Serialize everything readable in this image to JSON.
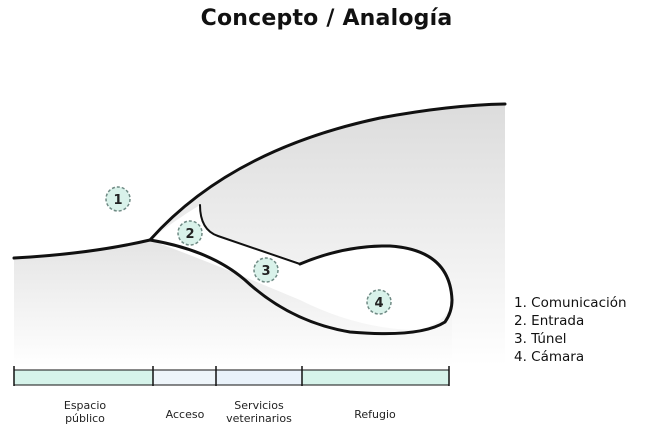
{
  "title": "Concepto / Analogía",
  "legend": [
    "1. Comunicación",
    "2. Entrada",
    "3. Túnel",
    "4. Cámara"
  ],
  "markers": [
    "1",
    "2",
    "3",
    "4"
  ],
  "zones": [
    {
      "label_line1": "Espacio",
      "label_line2": "público",
      "color": "#d6f3ea"
    },
    {
      "label_line1": "Acceso",
      "label_line2": "",
      "color": "#eef5fa"
    },
    {
      "label_line1": "Servicios",
      "label_line2": "veterinarios",
      "color": "#e9f2fa"
    },
    {
      "label_line1": "Refugio",
      "label_line2": "",
      "color": "#d6f3ea"
    }
  ],
  "colors": {
    "marker_fill": "#d9f2ea",
    "marker_stroke": "#6f8a84",
    "line": "#111111"
  }
}
